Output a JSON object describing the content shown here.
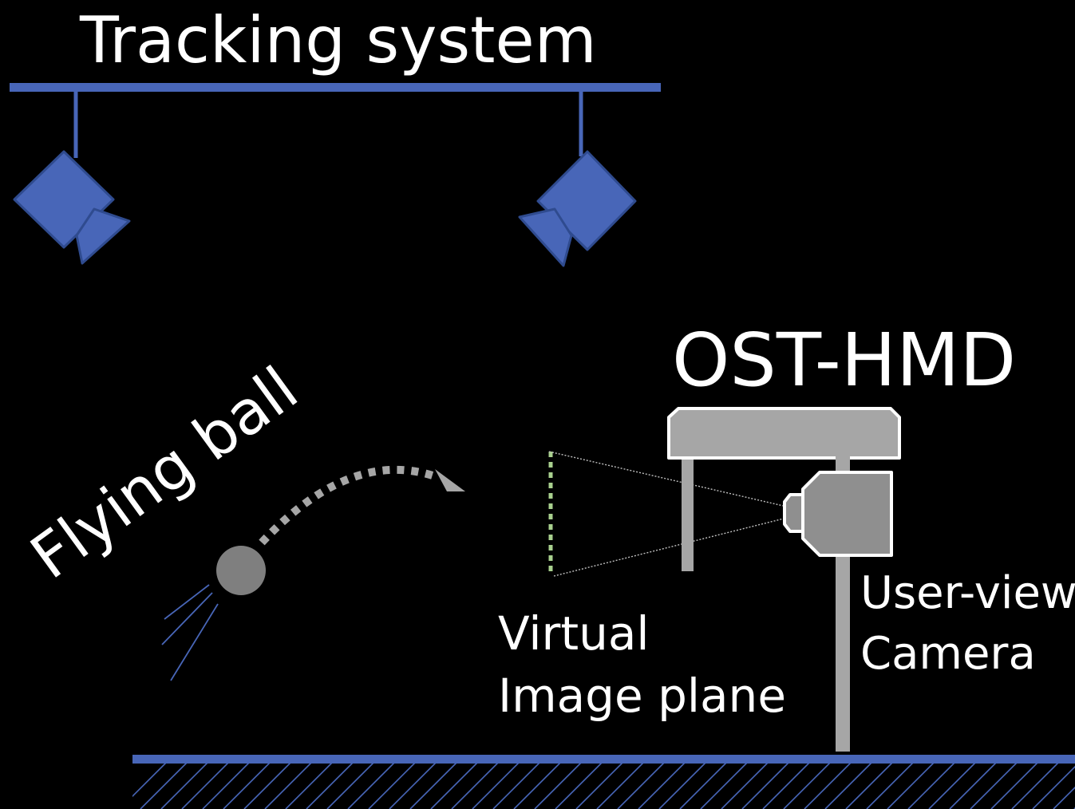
{
  "labels": {
    "tracking_system": "Tracking system",
    "ost_hmd": "OST-HMD",
    "flying_ball": "Flying ball",
    "virtual_image_plane_line1": "Virtual",
    "virtual_image_plane_line2": "Image plane",
    "user_view_camera_line1": "User-view",
    "user_view_camera_line2": "Camera"
  },
  "colors": {
    "background": "#000000",
    "tracking_blue": "#4866b8",
    "hmd_gray": "#a6a6a6",
    "ball_gray": "#7f7f7f",
    "image_plane_green": "#a9d18e",
    "text": "#ffffff"
  }
}
